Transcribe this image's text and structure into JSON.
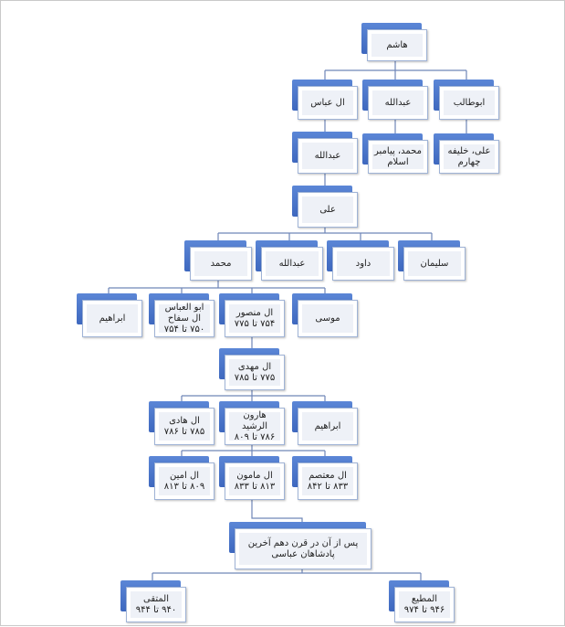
{
  "diagram": {
    "nodes": {
      "hashem": {
        "lines": [
          "هاشم"
        ]
      },
      "abbas": {
        "lines": [
          "ال عباس"
        ]
      },
      "abdullah1": {
        "lines": [
          "عبدالله"
        ]
      },
      "abutaleb": {
        "lines": [
          "ابوطالب"
        ]
      },
      "abdullah2": {
        "lines": [
          "عبدالله"
        ]
      },
      "mohammad_prophet": {
        "lines": [
          "محمد، پیامبر",
          "اسلام"
        ]
      },
      "ali_caliph": {
        "lines": [
          "علی، خلیفه",
          "چهارم"
        ]
      },
      "ali": {
        "lines": [
          "علی"
        ]
      },
      "mohammad": {
        "lines": [
          "محمد"
        ]
      },
      "abdullah3": {
        "lines": [
          "عبدالله"
        ]
      },
      "davood": {
        "lines": [
          "داود"
        ]
      },
      "soleiman": {
        "lines": [
          "سلیمان"
        ]
      },
      "ebrahim1": {
        "lines": [
          "ابراهیم"
        ]
      },
      "saffah": {
        "lines": [
          "ابو العباس",
          "ال سفاح",
          "۷۵۰ تا ۷۵۴"
        ]
      },
      "mansour": {
        "lines": [
          "ال منصور",
          "۷۵۴ تا ۷۷۵"
        ]
      },
      "mousa": {
        "lines": [
          "موسی"
        ]
      },
      "mahdi": {
        "lines": [
          "ال مهدی",
          "۷۷۵ تا ۷۸۵"
        ]
      },
      "hadi": {
        "lines": [
          "ال هادی",
          "۷۸۵ تا ۷۸۶"
        ]
      },
      "harun": {
        "lines": [
          "هارون",
          "الرشید",
          "۷۸۶ تا ۸۰۹"
        ]
      },
      "ebrahim2": {
        "lines": [
          "ابراهیم"
        ]
      },
      "amin": {
        "lines": [
          "ال امین",
          "۸۰۹ تا ۸۱۳"
        ]
      },
      "mamun": {
        "lines": [
          "ال مامون",
          "۸۱۳ تا ۸۳۳"
        ]
      },
      "motasem": {
        "lines": [
          "ال معتصم",
          "۸۳۳ تا ۸۴۲"
        ]
      },
      "later": {
        "lines": [
          "پس از آن در قرن دهم آخرین",
          "پادشاهان عباسی"
        ]
      },
      "mottaqi": {
        "lines": [
          "المتقی",
          "۹۴۰ تا ۹۴۴"
        ]
      },
      "moti": {
        "lines": [
          "المطیع",
          "۹۴۶ تا ۹۷۴"
        ]
      }
    },
    "colors": {
      "accent_bar": "#4a74c9",
      "connector": "#6f86b8",
      "box_fill": "#eef1f7"
    }
  }
}
